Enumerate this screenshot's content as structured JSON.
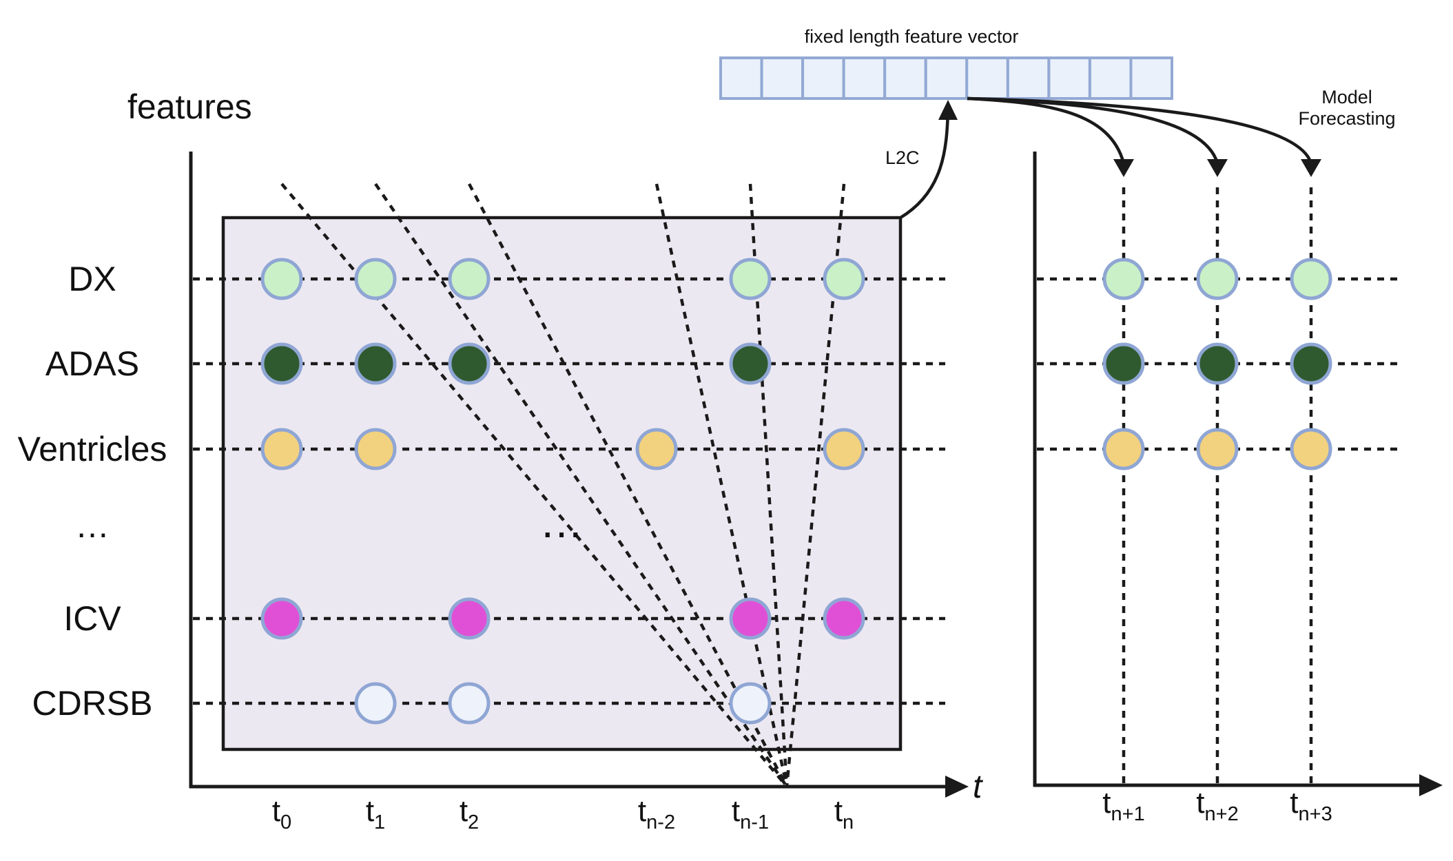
{
  "labels": {
    "features_title": "features",
    "vector_title": "fixed length feature vector",
    "l2c": "L2C",
    "model_forecasting_line1": "Model",
    "model_forecasting_line2": "Forecasting",
    "ellipsis": "…",
    "time_axis": "t"
  },
  "features": [
    "DX",
    "ADAS",
    "Ventricles",
    "…",
    "ICV",
    "CDRSB"
  ],
  "time_points": [
    {
      "base": "t",
      "sub": "0"
    },
    {
      "base": "t",
      "sub": "1"
    },
    {
      "base": "t",
      "sub": "2"
    },
    {
      "base": "t",
      "sub": "n-2"
    },
    {
      "base": "t",
      "sub": "n-1"
    },
    {
      "base": "t",
      "sub": "n"
    }
  ],
  "forecast_points": [
    {
      "base": "t",
      "sub": "n+1"
    },
    {
      "base": "t",
      "sub": "n+2"
    },
    {
      "base": "t",
      "sub": "n+3"
    }
  ],
  "vector_cells": 11,
  "colors": {
    "DX": "#c9f0c7",
    "ADAS": "#2f5a2f",
    "Ventricles": "#f2d17f",
    "ICV": "#e050d7",
    "CDRSB": "#edf2fb",
    "node_stroke": "#8fa6d4",
    "matrix_fill": "#ece8f1",
    "vector_fill": "#eaf1fb",
    "vector_stroke": "#93a9d4"
  },
  "observed": {
    "DX": [
      0,
      1,
      2,
      4,
      5
    ],
    "ADAS": [
      0,
      1,
      2,
      4
    ],
    "Ventricles": [
      0,
      1,
      3,
      5
    ],
    "ICV": [
      0,
      2,
      4,
      5
    ],
    "CDRSB": [
      1,
      2,
      4
    ]
  },
  "forecast": {
    "DX": [
      0,
      1,
      2
    ],
    "ADAS": [
      0,
      1,
      2
    ],
    "Ventricles": [
      0,
      1,
      2
    ]
  }
}
